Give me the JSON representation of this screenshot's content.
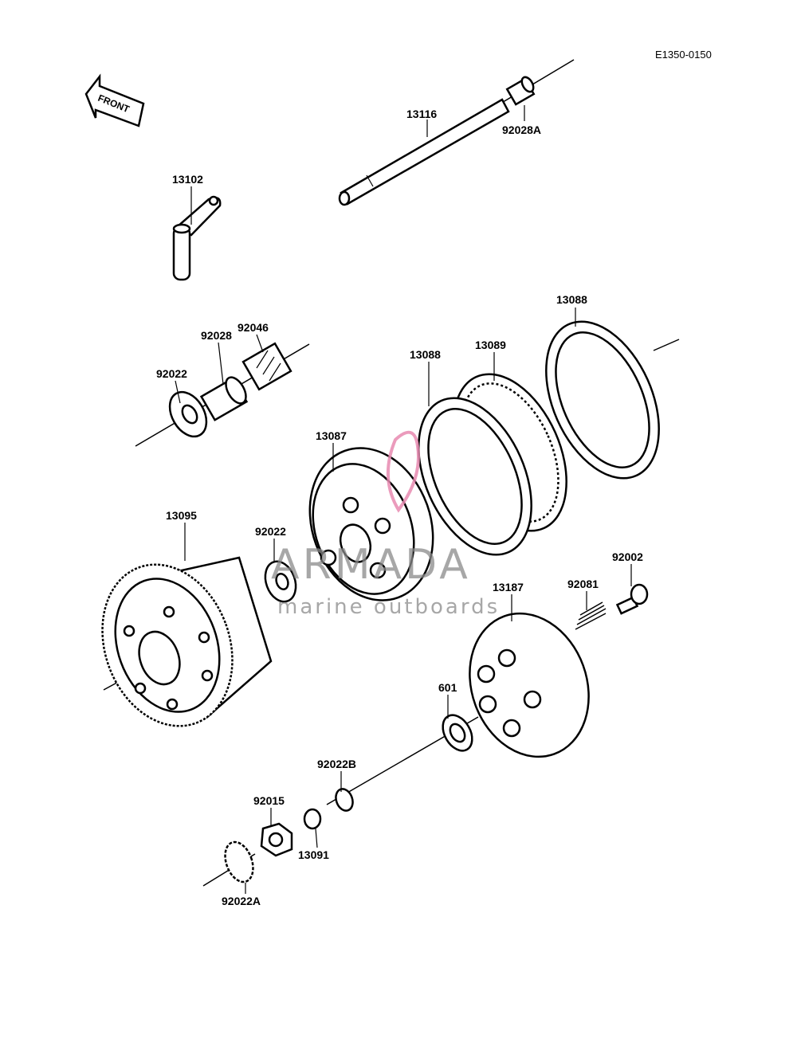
{
  "diagram_code": "E1350-0150",
  "front_label": "FRONT",
  "watermark": {
    "brand": "ARMADA",
    "tagline": "marine outboards",
    "color": "#e88ab0"
  },
  "parts": {
    "p13116": "13116",
    "p92028A": "92028A",
    "p13102": "13102",
    "p92046": "92046",
    "p92028": "92028",
    "p92022_top": "92022",
    "p13088_top": "13088",
    "p13089": "13089",
    "p13088_mid": "13088",
    "p13087": "13087",
    "p13095": "13095",
    "p92022_mid": "92022",
    "p92002": "92002",
    "p92081": "92081",
    "p13187": "13187",
    "p601": "601",
    "p92022B": "92022B",
    "p92015": "92015",
    "p13091": "13091",
    "p92022A": "92022A"
  }
}
